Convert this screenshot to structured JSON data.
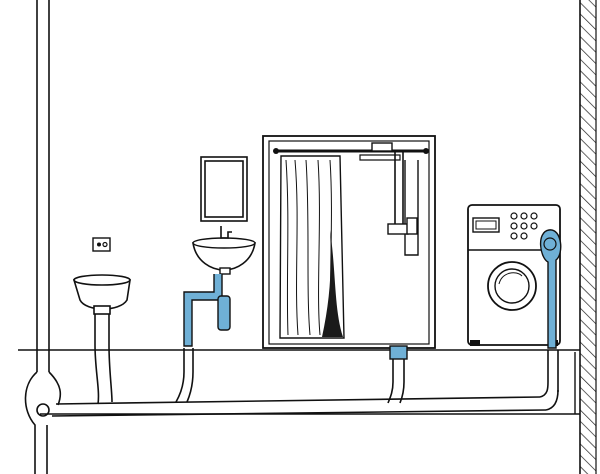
{
  "colors": {
    "background": "#ffffff",
    "line": "#111111",
    "water_pipe": "#6fb0d6",
    "curtain_shadow": "#1a1a1a",
    "wall_hatch": "#222222"
  },
  "fixtures": [
    {
      "id": "vertical-drain-stack",
      "icon": "pipe-stack-icon"
    },
    {
      "id": "toilet",
      "icon": "toilet-bowl-icon"
    },
    {
      "id": "wall-socket",
      "icon": "socket-icon"
    },
    {
      "id": "mirror",
      "icon": "mirror-icon"
    },
    {
      "id": "wash-basin",
      "icon": "sink-icon"
    },
    {
      "id": "shower-cabin",
      "icon": "shower-icon"
    },
    {
      "id": "floor-drain",
      "icon": "floor-drain-icon"
    },
    {
      "id": "washing-machine",
      "icon": "washing-machine-icon"
    },
    {
      "id": "hatched-wall",
      "icon": "wall-icon"
    }
  ]
}
